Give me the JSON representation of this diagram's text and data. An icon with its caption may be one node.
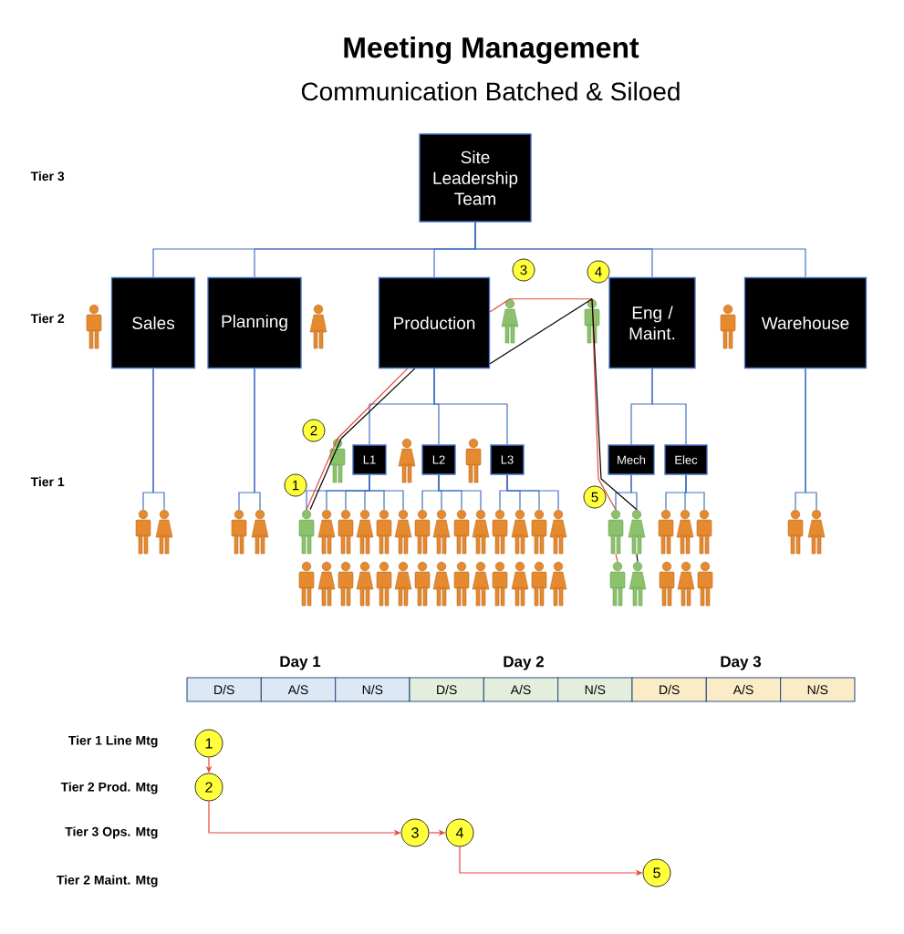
{
  "diagram": {
    "title": "Meeting Management",
    "nodes": [
      {
        "text": [
          "Site Leadership Team"
        ]
      },
      {
        "text": [
          "Sales"
        ]
      },
      {
        "text": [
          "Planning"
        ]
      },
      {
        "text": [
          "Production"
        ]
      },
      {
        "text": [
          "Eng / Maint."
        ]
      },
      {
        "text": [
          "Warehouse"
        ]
      },
      {
        "text": [
          "L1"
        ]
      },
      {
        "text": [
          "L2"
        ]
      },
      {
        "text": [
          "L3"
        ]
      },
      {
        "text": [
          "Mech"
        ]
      },
      {
        "text": [
          "Elec"
        ]
      },
      {
        "text": [],
        "shape": "person"
      },
      {
        "text": [],
        "shape": "person"
      },
      {
        "text": [],
        "shape": "person"
      },
      {
        "text": [],
        "shape": "person"
      },
      {
        "text": [],
        "shape": "person"
      },
      {
        "text": [],
        "shape": "person"
      },
      {
        "text": [],
        "shape": "person"
      },
      {
        "text": [],
        "shape": "person"
      },
      {
        "text": [],
        "shape": "person"
      },
      {
        "text": [],
        "shape": "person"
      },
      {
        "text": [],
        "shape": "person"
      },
      {
        "text": [],
        "shape": "person"
      },
      {
        "text": [],
        "shape": "person"
      },
      {
        "text": [],
        "shape": "person"
      },
      {
        "text": [],
        "shape": "person"
      },
      {
        "text": [],
        "shape": "person"
      },
      {
        "text": [],
        "shape": "person"
      },
      {
        "text": [],
        "shape": "person"
      },
      {
        "text": [],
        "shape": "person"
      },
      {
        "text": [],
        "shape": "person"
      },
      {
        "text": [],
        "shape": "person"
      },
      {
        "text": [],
        "shape": "person"
      },
      {
        "text": [],
        "shape": "person"
      },
      {
        "text": [],
        "shape": "person"
      },
      {
        "text": [],
        "shape": "person"
      },
      {
        "text": [],
        "shape": "person"
      },
      {
        "text": [],
        "shape": "person"
      },
      {
        "text": [],
        "shape": "person"
      },
      {
        "text": [],
        "shape": "person"
      },
      {
        "text": [],
        "shape": "person"
      },
      {
        "text": [
          "1"
        ]
      },
      {
        "text": [
          "2"
        ]
      },
      {
        "text": [
          "3"
        ]
      },
      {
        "text": [
          "4"
        ]
      },
      {
        "text": [
          "5"
        ]
      },
      {
        "text": [
          "D/S"
        ]
      },
      {
        "text": [
          "A/S"
        ]
      },
      {
        "text": [
          "N/S"
        ]
      },
      {
        "text": [
          "D/S"
        ]
      },
      {
        "text": [
          "A/S"
        ]
      },
      {
        "text": [
          "N/S"
        ]
      },
      {
        "text": [
          "D/S"
        ]
      },
      {
        "text": [
          "A/S"
        ]
      },
      {
        "text": [
          "N/S"
        ]
      },
      {
        "text": [
          "1"
        ]
      },
      {
        "text": [
          "2"
        ]
      },
      {
        "text": [
          "3"
        ]
      },
      {
        "text": [
          "4"
        ]
      },
      {
        "text": [
          "5"
        ]
      }
    ],
    "edges": [
      {
        "from": 0,
        "to": 1,
        "arrow": "none"
      },
      {
        "from": 0,
        "to": 2,
        "arrow": "none"
      },
      {
        "from": 0,
        "to": 3,
        "arrow": "none"
      },
      {
        "from": 0,
        "to": 4,
        "arrow": "none"
      },
      {
        "from": 0,
        "to": 5,
        "arrow": "none"
      },
      {
        "from": 1,
        "to": 11,
        "arrow": "none"
      },
      {
        "from": 1,
        "to": 12,
        "arrow": "none"
      },
      {
        "from": 2,
        "to": 13,
        "arrow": "none"
      },
      {
        "from": 2,
        "to": 14,
        "arrow": "none"
      },
      {
        "from": 3,
        "to": 6,
        "arrow": "none"
      },
      {
        "from": 3,
        "to": 7,
        "arrow": "none"
      },
      {
        "from": 3,
        "to": 8,
        "arrow": "none"
      },
      {
        "from": 6,
        "to": 15,
        "arrow": "none"
      },
      {
        "from": 6,
        "to": 16,
        "arrow": "none"
      },
      {
        "from": 6,
        "to": 17,
        "arrow": "none"
      },
      {
        "from": 6,
        "to": 18,
        "arrow": "none"
      },
      {
        "from": 6,
        "to": 19,
        "arrow": "none"
      },
      {
        "from": 6,
        "to": 20,
        "arrow": "none"
      },
      {
        "from": 7,
        "to": 21,
        "arrow": "none"
      },
      {
        "from": 7,
        "to": 22,
        "arrow": "none"
      },
      {
        "from": 7,
        "to": 23,
        "arrow": "none"
      },
      {
        "from": 7,
        "to": 24,
        "arrow": "none"
      },
      {
        "from": 8,
        "to": 25,
        "arrow": "none"
      },
      {
        "from": 8,
        "to": 26,
        "arrow": "none"
      },
      {
        "from": 8,
        "to": 27,
        "arrow": "none"
      },
      {
        "from": 8,
        "to": 28,
        "arrow": "none"
      },
      {
        "from": 4,
        "to": 9,
        "arrow": "none"
      },
      {
        "from": 4,
        "to": 10,
        "arrow": "none"
      },
      {
        "from": 9,
        "to": 29,
        "arrow": "none"
      },
      {
        "from": 9,
        "to": 30,
        "arrow": "none"
      },
      {
        "from": 10,
        "to": 31,
        "arrow": "none"
      },
      {
        "from": 10,
        "to": 32,
        "arrow": "none"
      },
      {
        "from": 10,
        "to": 33,
        "arrow": "none"
      },
      {
        "from": 5,
        "to": 34,
        "arrow": "none"
      },
      {
        "from": 5,
        "to": 35,
        "arrow": "none"
      },
      {
        "from": 15,
        "to": 36,
        "arrow": "none",
        "color": "#e8473a"
      },
      {
        "from": 36,
        "to": 3,
        "arrow": "none",
        "color": "#e8473a"
      },
      {
        "from": 3,
        "to": 37,
        "arrow": "none",
        "color": "#e8473a"
      },
      {
        "from": 37,
        "to": 38,
        "arrow": "none",
        "color": "#e8473a"
      },
      {
        "from": 38,
        "to": 29,
        "arrow": "none",
        "color": "#e8473a"
      },
      {
        "from": 29,
        "to": 39,
        "arrow": "none",
        "color": "#e8473a"
      },
      {
        "from": 15,
        "to": 36,
        "arrow": "none",
        "color": "#000000"
      },
      {
        "from": 36,
        "to": 3,
        "arrow": "none",
        "color": "#000000"
      },
      {
        "from": 3,
        "to": 38,
        "arrow": "none",
        "color": "#000000"
      },
      {
        "from": 38,
        "to": 30,
        "arrow": "none",
        "color": "#000000"
      },
      {
        "from": 30,
        "to": 40,
        "arrow": "none",
        "color": "#000000"
      },
      {
        "from": 55,
        "to": 56,
        "arrow": "to",
        "color": "#e8473a"
      },
      {
        "from": 56,
        "to": 57,
        "arrow": "to",
        "color": "#e8473a"
      },
      {
        "from": 57,
        "to": 58,
        "arrow": "to",
        "color": "#e8473a"
      },
      {
        "from": 58,
        "to": 59,
        "arrow": "to",
        "color": "#e8473a"
      }
    ],
    "labels": [
      "Communication Batched & Siloed",
      "Tier 3",
      "Tier 2",
      "Tier 1",
      "Day 1",
      "Day 2",
      "Day 3",
      "Tier 1 Line Mtg",
      "Tier 2 Prod. Mtg",
      "Tier 3 Ops. Mtg",
      "Tier 2 Maint. Mtg"
    ]
  }
}
